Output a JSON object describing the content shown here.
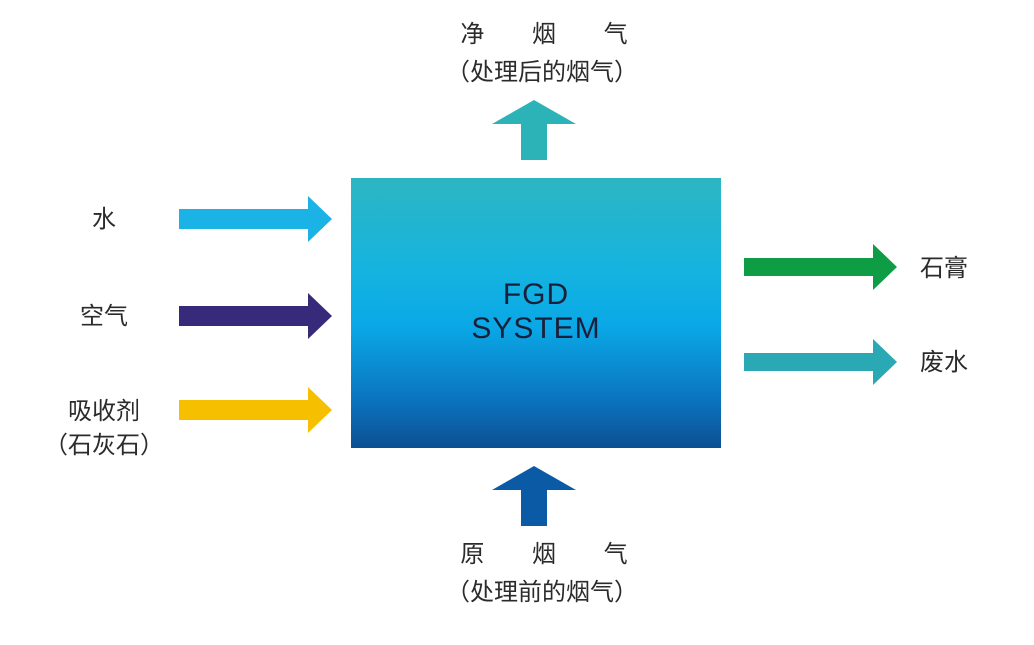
{
  "system": {
    "title_line1": "FGD",
    "title_line2": "SYSTEM"
  },
  "inputs": {
    "water": "水",
    "air": "空气",
    "absorbent": "吸收剂",
    "absorbent_note": "（石灰石）"
  },
  "outputs": {
    "gypsum": "石膏",
    "wastewater": "废水"
  },
  "top": {
    "clean_gas": "净 烟 气",
    "clean_gas_note": "（处理后的烟气）"
  },
  "bottom": {
    "raw_gas": "原 烟 气",
    "raw_gas_note": "（处理前的烟气）"
  },
  "colors": {
    "water_arrow": "#1bb3e6",
    "air_arrow": "#372a7a",
    "absorbent_arrow": "#f6c000",
    "gypsum_arrow": "#0e9c45",
    "wastewater_arrow": "#2aa9b5",
    "clean_gas_arrow": "#2bb3b7",
    "raw_gas_arrow": "#0a5aa6"
  }
}
